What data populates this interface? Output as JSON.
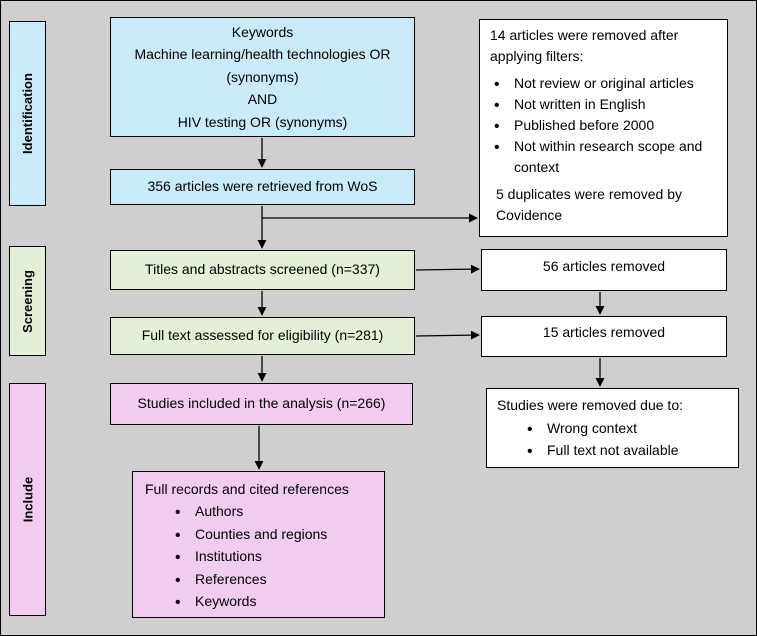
{
  "stages": {
    "identification": "Identification",
    "screening": "Screening",
    "include": "Include"
  },
  "keywords": {
    "title": "Keywords",
    "line1": "Machine learning/health technologies OR",
    "line2": "(synonyms)",
    "and": "AND",
    "line3": "HIV testing OR (synonyms)"
  },
  "retrieved": "356 articles were retrieved from WoS",
  "filters": {
    "intro": "14 articles were removed after applying filters:",
    "items": [
      "Not review or original articles",
      "Not written in English",
      "Published before 2000",
      "Not within research scope and context"
    ],
    "duplicates": "5 duplicates were removed by Covidence"
  },
  "screened": "Titles and abstracts screened (n=337)",
  "removed56": "56 articles removed",
  "fulltext": "Full text assessed for eligibility (n=281)",
  "removed15": "15 articles removed",
  "included": "Studies included in the analysis (n=266)",
  "removal_reasons": {
    "intro": "Studies were removed due to:",
    "items": [
      "Wrong context",
      "Full text not available"
    ]
  },
  "records": {
    "intro": "Full records and cited references",
    "items": [
      "Authors",
      "Counties and regions",
      "Institutions",
      "References",
      "Keywords"
    ]
  }
}
